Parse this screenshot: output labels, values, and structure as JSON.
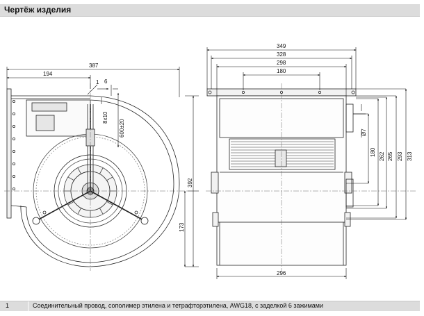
{
  "header": {
    "title": "Чертёж изделия"
  },
  "dimensions": {
    "overall_width": "387",
    "half_width": "194",
    "top_offset": "6",
    "slot": "8x10",
    "cable": "600±20",
    "overall_height": "392",
    "lower_height": "173",
    "front_349": "349",
    "front_328": "328",
    "front_298": "298",
    "front_180": "180",
    "hole_dia": "Ø7",
    "v_180": "180",
    "v_262": "262",
    "v_265": "265",
    "v_293": "293",
    "v_313": "313",
    "bottom_296": "296",
    "callout_1": "1"
  },
  "legend": {
    "number": "1",
    "text": "Соединительный провод, сополимер этилена и тетрафторэтилена, AWG18, с заделкой 6 зажимами"
  }
}
